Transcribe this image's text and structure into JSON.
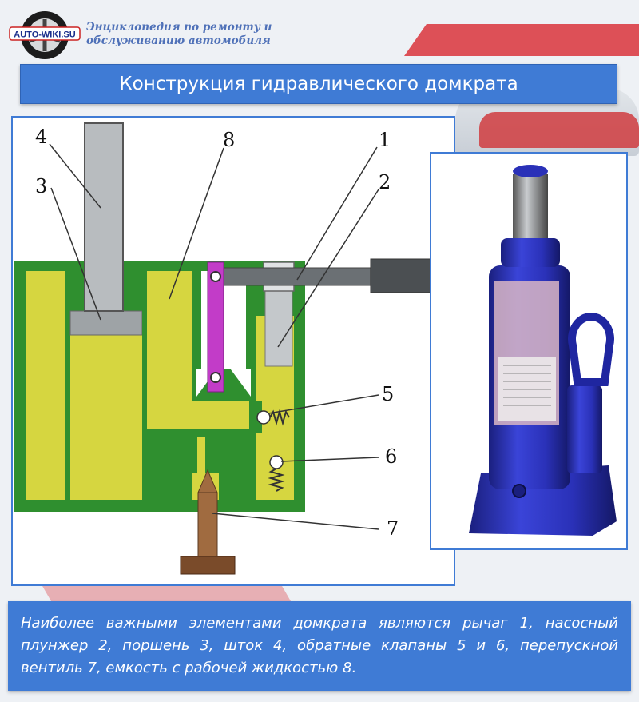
{
  "header": {
    "logo_text": "AUTO-WIKI.SU",
    "site_description": "Энциклопедия по ремонту и обслуживанию автомобиля",
    "title": "Конструкция гидравлического домкрата"
  },
  "diagram": {
    "labels": [
      "1",
      "2",
      "3",
      "4",
      "5",
      "6",
      "7",
      "8"
    ],
    "colors": {
      "fluid": "#d6d640",
      "housing": "#2f8f2f",
      "steel": "#b8bcbf",
      "lever": "#555a5e",
      "link": "#c23cc8",
      "valve": "#8a5a36"
    }
  },
  "photo": {
    "jack_color": "#2a31b8"
  },
  "caption": {
    "text": "Наиболее важными элементами домкрата являются рычаг 1, насосный плунжер 2, поршень 3, шток 4, обратные клапаны 5 и 6, перепускной вентиль 7, емкость с рабочей жидкостью 8."
  }
}
